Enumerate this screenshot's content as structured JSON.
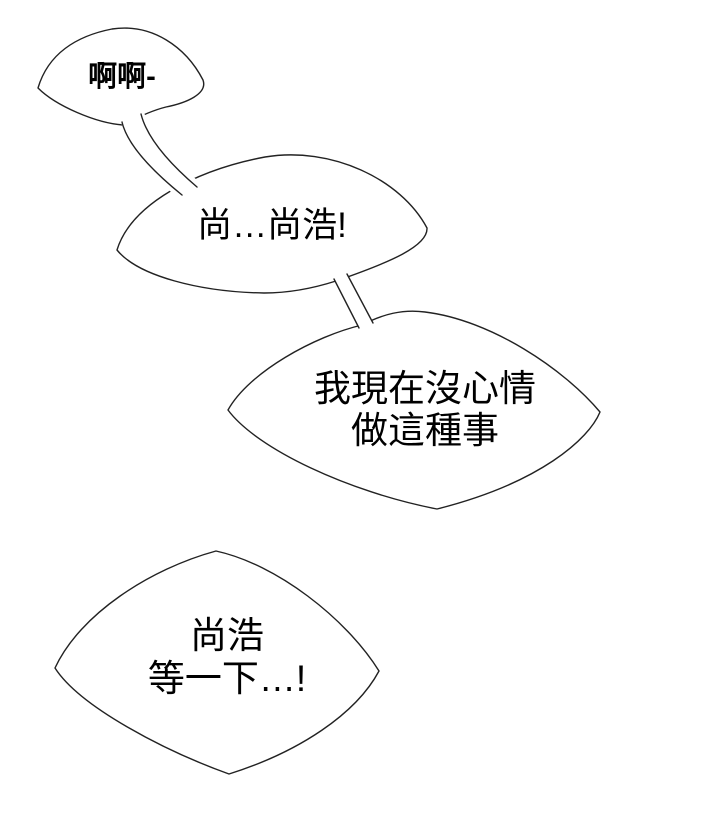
{
  "page": {
    "background": "#ffffff",
    "line_color": "#222222",
    "text_color": "#000000"
  },
  "bubbles": [
    {
      "name": "bubble-1",
      "lines": [
        "啊啊-"
      ]
    },
    {
      "name": "bubble-2",
      "lines": [
        "尚…尚浩!"
      ]
    },
    {
      "name": "bubble-3",
      "lines": [
        "我現在沒心情",
        "做這種事"
      ]
    },
    {
      "name": "bubble-4",
      "lines": [
        "尚浩",
        "等一下…!"
      ]
    }
  ]
}
